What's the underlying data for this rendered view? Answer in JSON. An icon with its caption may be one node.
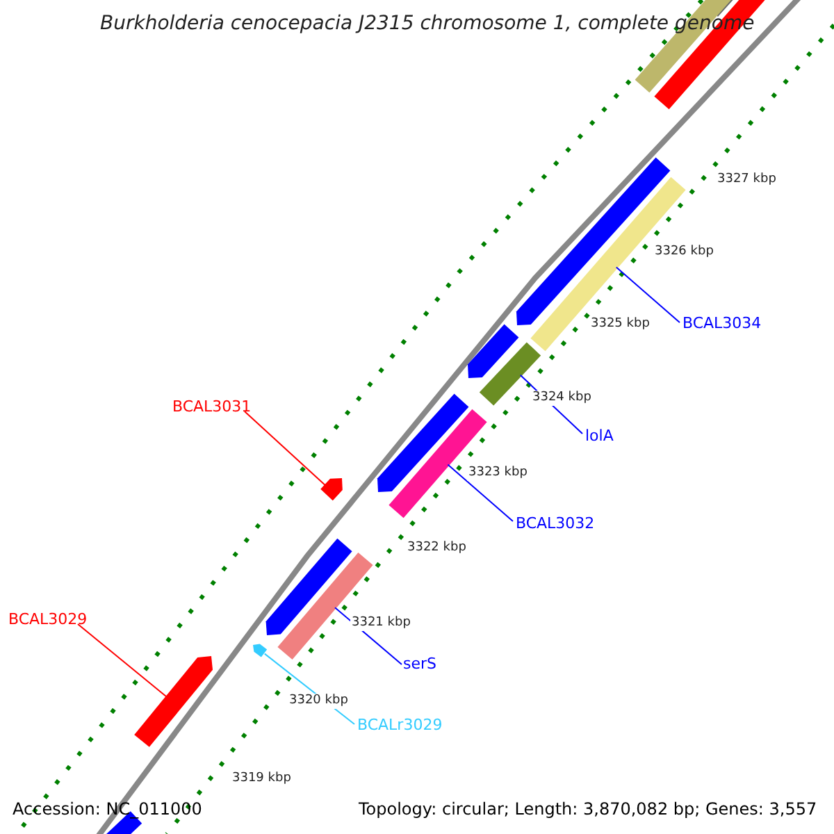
{
  "diagram": {
    "title": "Burkholderia cenocepacia J2315 chromosome 1, complete genome",
    "nodes": [
      {
        "text": [
          "BCAL3034"
        ]
      },
      {
        "text": [],
        "shape": "bar"
      },
      {
        "text": [
          "lolA"
        ]
      },
      {
        "text": [],
        "shape": "bar"
      },
      {
        "text": [
          "BCAL3032"
        ]
      },
      {
        "text": [],
        "shape": "bar"
      },
      {
        "text": [
          "BCAL3031"
        ]
      },
      {
        "text": [],
        "shape": "bar"
      },
      {
        "text": [
          "serS"
        ]
      },
      {
        "text": [],
        "shape": "bar"
      },
      {
        "text": [
          "BCAL3029"
        ]
      },
      {
        "text": [],
        "shape": "bar"
      },
      {
        "text": [
          "BCALr3029"
        ]
      },
      {
        "text": [],
        "shape": "bar"
      }
    ],
    "edges": [
      {
        "from": 0,
        "to": 1,
        "arrow": "none",
        "color": "#0000ff"
      },
      {
        "from": 2,
        "to": 3,
        "arrow": "none",
        "color": "#0000ff"
      },
      {
        "from": 4,
        "to": 5,
        "arrow": "none",
        "color": "#0000ff"
      },
      {
        "from": 6,
        "to": 7,
        "arrow": "none",
        "color": "#ff0000"
      },
      {
        "from": 8,
        "to": 9,
        "arrow": "none",
        "color": "#0000ff"
      },
      {
        "from": 10,
        "to": 11,
        "arrow": "none",
        "color": "#ff0000"
      },
      {
        "from": 12,
        "to": 13,
        "arrow": "none",
        "color": "#33ccff"
      }
    ],
    "labels": [
      "3327 kbp",
      "3326 kbp",
      "3325 kbp",
      "3324 kbp",
      "3323 kbp",
      "3322 kbp",
      "3321 kbp",
      "3320 kbp",
      "3319 kbp",
      "Accession: NC_011000",
      "Topology: circular; Length: 3,870,082 bp; Genes: 3,557"
    ]
  }
}
